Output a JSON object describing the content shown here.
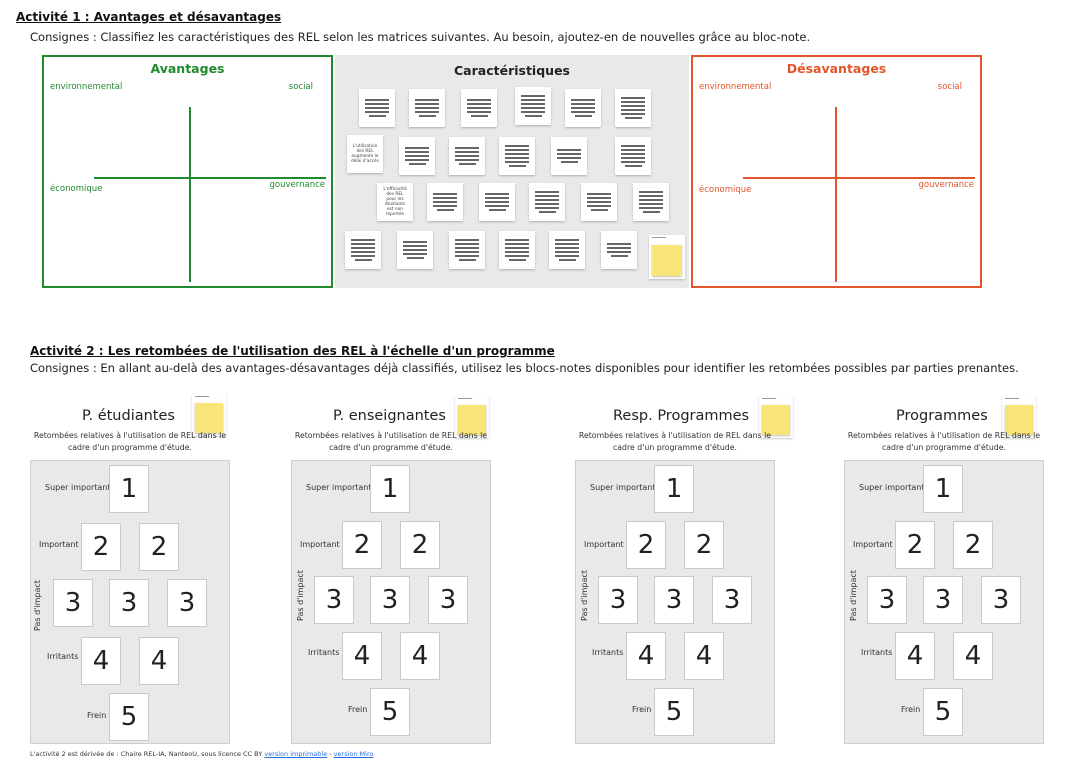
{
  "activity1": {
    "heading": "Activité 1 : Avantages et désavantages",
    "instructions": "Consignes : Classifiez les caractéristiques des REL selon les matrices suivantes. Au besoin, ajoutez-en de nouvelles grâce au bloc-note.",
    "advantages": {
      "title": "Avantages",
      "q_tl": "environnemental",
      "q_tr": "social",
      "q_bl": "économique",
      "q_br": "gouvernance"
    },
    "characteristics": {
      "title": "Caractéristiques",
      "card_text_1": "L'utilisation des REL augmente le délai d'accès",
      "card_text_2": "L'efficacité des REL pour les étudiants est non reportée"
    },
    "disadvantages": {
      "title": "Désavantages",
      "q_tl": "environnemental",
      "q_tr": "social",
      "q_bl": "économique",
      "q_br": "gouvernance"
    }
  },
  "activity2": {
    "heading": "Activité 2 : Les retombées de l'utilisation des REL à l'échelle d'un programme",
    "instructions": "Consignes : En allant au-delà des avantages-désavantages déjà classifiés, utilisez les blocs-notes disponibles pour identifier les retombées possibles par parties prenantes.",
    "subtitle": "Retombées relatives à l'utilisation de REL dans le cadre d'un programme d'étude.",
    "rows": {
      "r1": "Super important",
      "r2": "Important",
      "r3": "Pas d'impact",
      "r4": "Irritants",
      "r5": "Frein"
    },
    "numbers": {
      "n1": "1",
      "n2": "2",
      "n3": "3",
      "n4": "4",
      "n5": "5"
    },
    "stakeholders": [
      {
        "title": "P. étudiantes"
      },
      {
        "title": "P. enseignantes"
      },
      {
        "title": "Resp. Programmes"
      },
      {
        "title": "Programmes"
      }
    ]
  },
  "footer": {
    "text": "L'activité 2 est dérivée de : Chaire REL-IA, NanteoU, sous licence CC BY",
    "link1": "version imprimable",
    "sep": " - ",
    "link2": "version Miro"
  }
}
